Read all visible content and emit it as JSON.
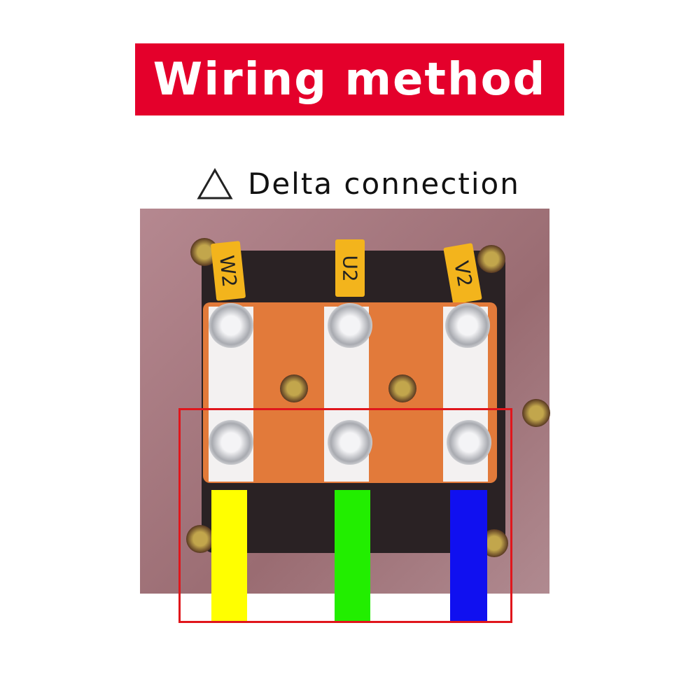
{
  "banner": {
    "title": "Wiring method",
    "color": "#e4002b"
  },
  "subtitle": {
    "icon": "triangle-icon",
    "text": "Delta connection"
  },
  "terminal_labels": [
    "W2",
    "U2",
    "V2"
  ],
  "wires": [
    {
      "name": "yellow",
      "color": "#ffff00"
    },
    {
      "name": "green",
      "color": "#22ee00"
    },
    {
      "name": "blue",
      "color": "#1010f0"
    }
  ]
}
